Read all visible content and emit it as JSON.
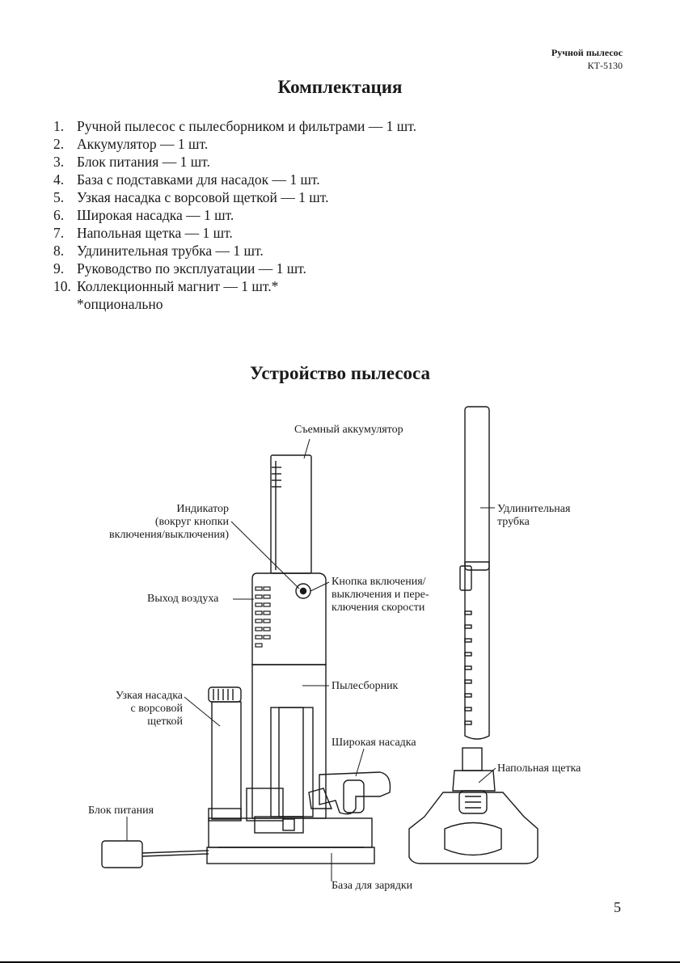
{
  "header": {
    "line1": "Ручной пылесос",
    "line2": "КТ-5130"
  },
  "section1": {
    "title": "Комплектация",
    "items": [
      {
        "num": "1.",
        "text": "Ручной пылесос с пылесборником и фильтрами — 1 шт."
      },
      {
        "num": "2.",
        "text": "Аккумулятор — 1 шт."
      },
      {
        "num": "3.",
        "text": "Блок питания — 1 шт."
      },
      {
        "num": "4.",
        "text": "База с подставками для насадок — 1 шт."
      },
      {
        "num": "5.",
        "text": "Узкая насадка с ворсовой щеткой — 1 шт."
      },
      {
        "num": "6.",
        "text": "Широкая насадка — 1 шт."
      },
      {
        "num": "7.",
        "text": "Напольная щетка — 1 шт."
      },
      {
        "num": "8.",
        "text": "Удлинительная трубка — 1 шт."
      },
      {
        "num": "9.",
        "text": "Руководство по эксплуатации — 1 шт."
      },
      {
        "num": "10.",
        "text": "Коллекционный магнит — 1 шт.*"
      }
    ],
    "note": "*опционально"
  },
  "section2": {
    "title": "Устройство пылесоса",
    "labels": {
      "battery": "Съемный аккумулятор",
      "indicator_1": "Индикатор",
      "indicator_2": "(вокруг кнопки",
      "indicator_3": "включения/выключения)",
      "air_outlet": "Выход воздуха",
      "button_1": "Кнопка включения/",
      "button_2": "выключения и пере-",
      "button_3": "ключения скорости",
      "tube_1": "Удлинительная",
      "tube_2": "трубка",
      "dust_container": "Пылесборник",
      "narrow_nozzle_1": "Узкая насадка",
      "narrow_nozzle_2": "с ворсовой",
      "narrow_nozzle_3": "щеткой",
      "wide_nozzle": "Широкая насадка",
      "floor_brush": "Напольная щетка",
      "power_unit": "Блок питания",
      "base": "База для зарядки"
    }
  },
  "footer": {
    "page_number": "5"
  }
}
